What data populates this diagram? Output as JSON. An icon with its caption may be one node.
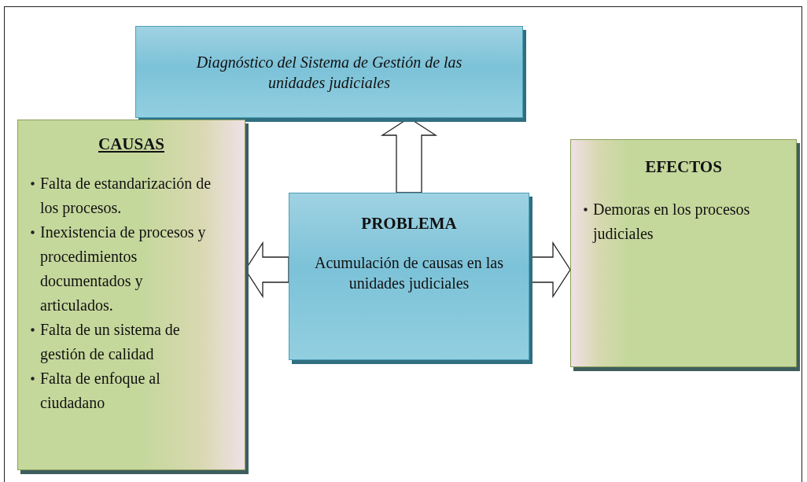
{
  "diagram": {
    "nodes": [
      {
        "text": [
          "Diagnóstico del Sistema de Gestión de las unidades judiciales"
        ]
      },
      {
        "text": [
          "CAUSAS",
          "Falta de estandarización de los procesos.",
          "Inexistencia de procesos y procedimientos documentados y articulados.",
          "Falta de un sistema de gestión de calidad",
          "Falta de enfoque al ciudadano"
        ]
      },
      {
        "text": [
          "PROBLEMA",
          "Acumulación de causas en las unidades judiciales"
        ]
      },
      {
        "text": [
          "EFECTOS",
          "Demoras en los procesos judiciales"
        ]
      }
    ],
    "edges": [
      {
        "from": 2,
        "to": 0,
        "arrow": "to"
      },
      {
        "from": 2,
        "to": 1,
        "arrow": "to"
      },
      {
        "from": 2,
        "to": 3,
        "arrow": "to"
      }
    ]
  }
}
